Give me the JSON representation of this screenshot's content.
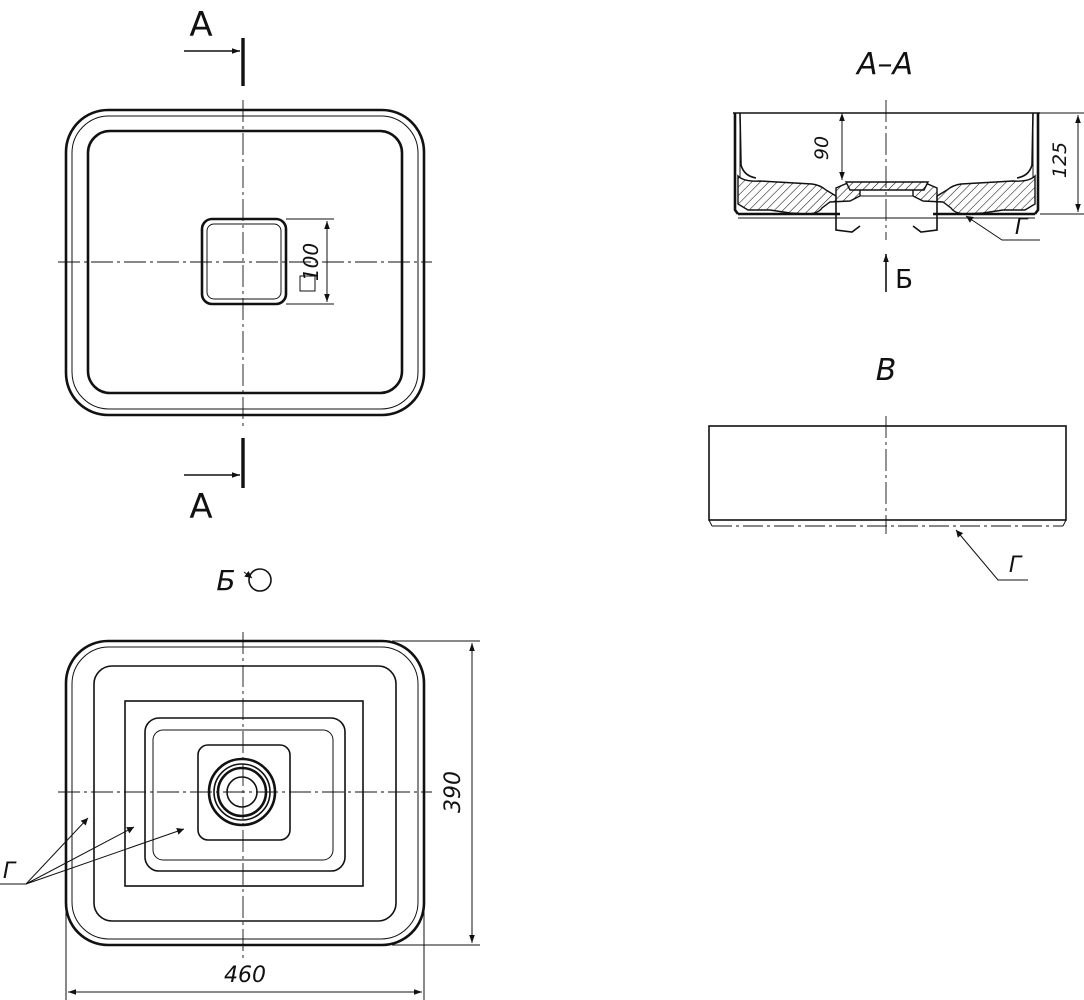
{
  "labels": {
    "section_marker_top": "A",
    "section_marker_bottom": "A",
    "section_view_title": "A–A",
    "view_b_arrow": "Б",
    "view_v_title": "В",
    "view_b_title": "Б",
    "surface_label_section": "Г",
    "surface_label_side": "Г",
    "surface_label_bottom": "Г"
  },
  "dimensions": {
    "drain_square": "100",
    "inner_depth": "90",
    "total_height": "125",
    "overall_depth": "390",
    "overall_width": "460"
  },
  "colors": {
    "line": "#111111",
    "background": "#ffffff"
  },
  "icons": {
    "square_symbol": "square-icon",
    "rotation_symbol": "rotation-icon"
  }
}
